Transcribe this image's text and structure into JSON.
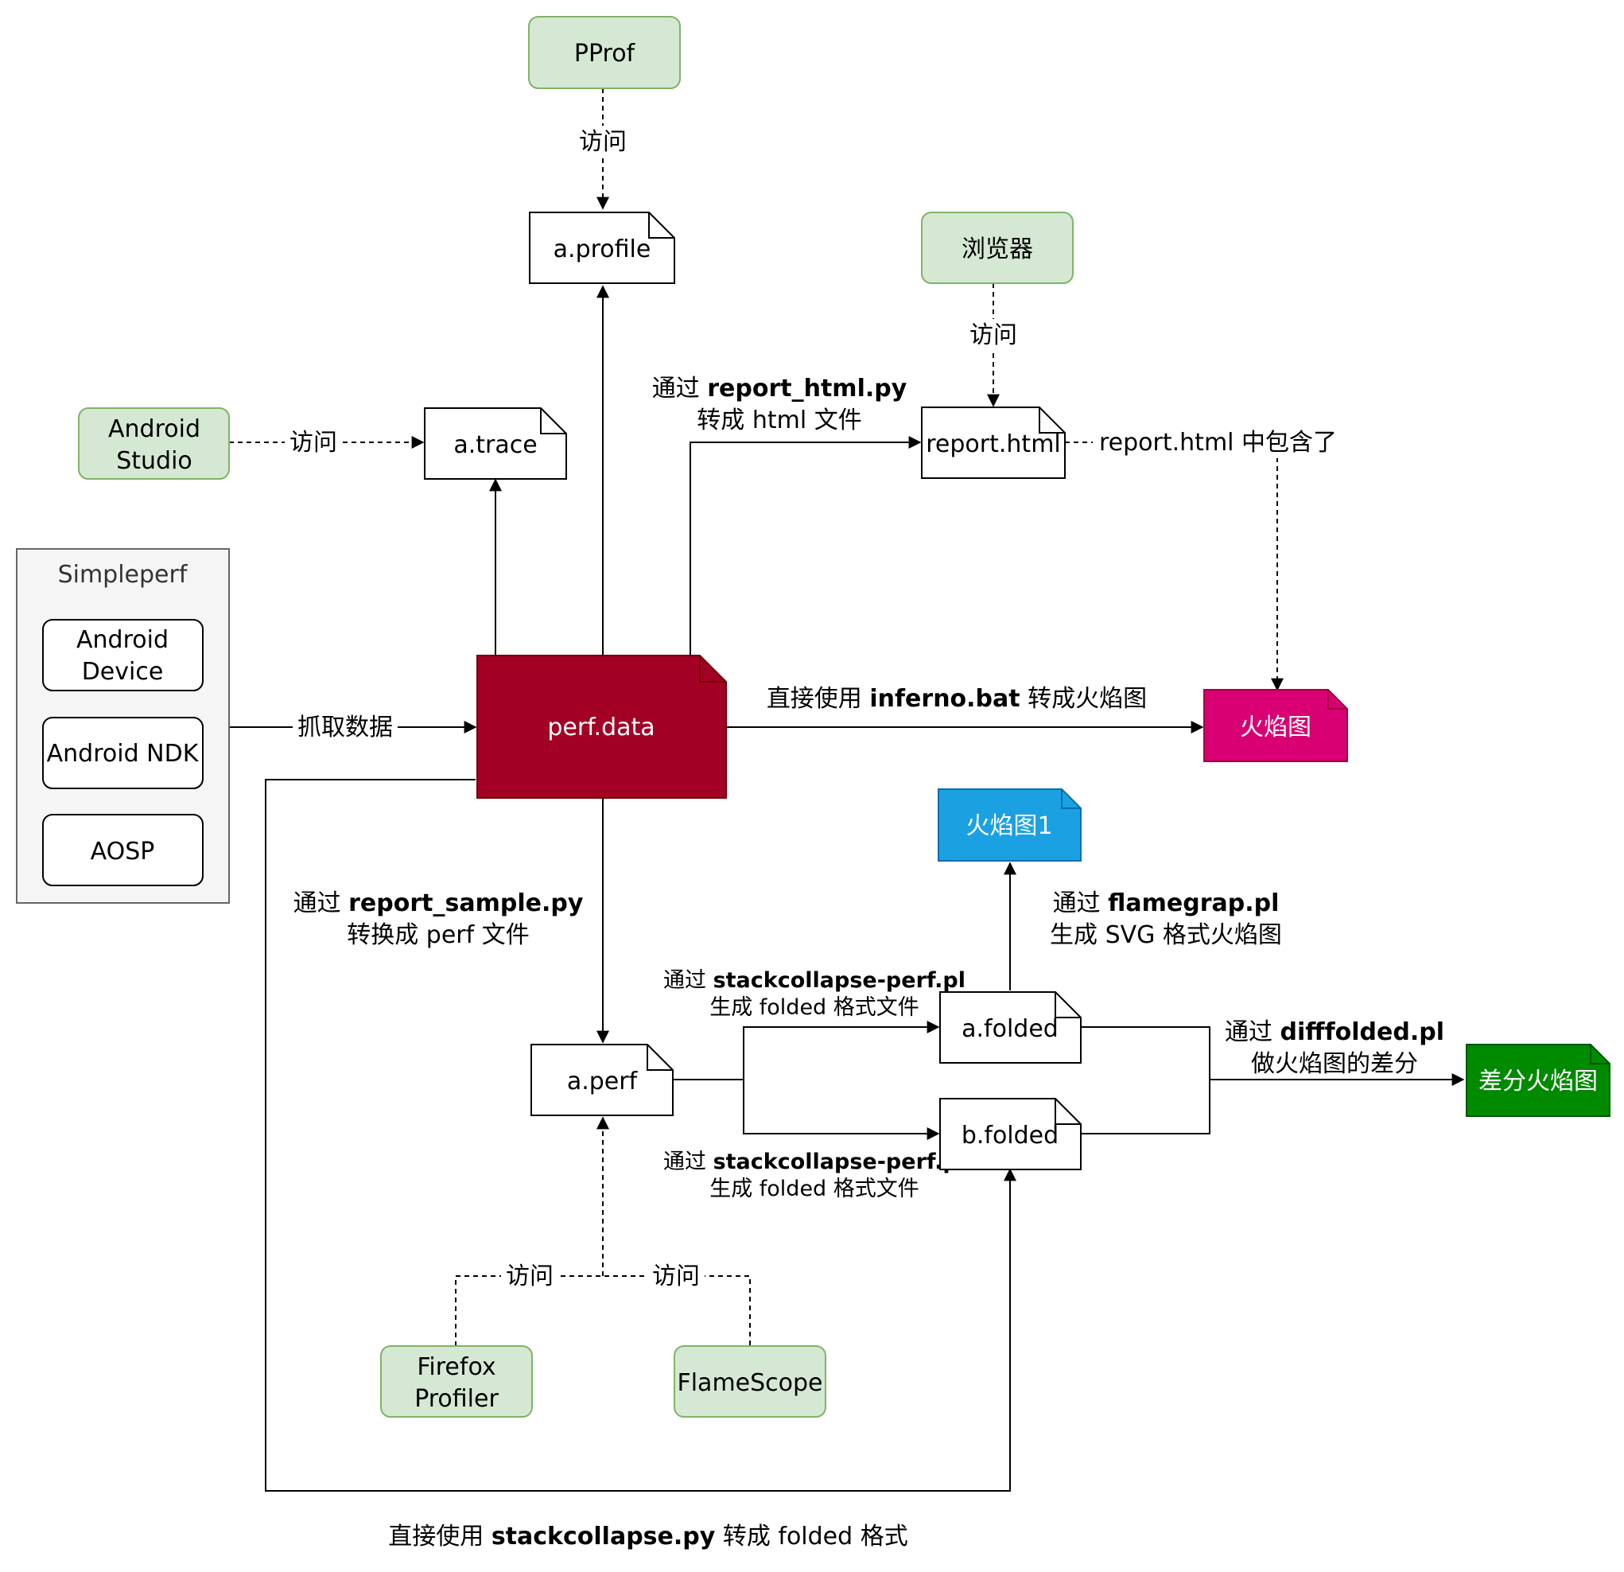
{
  "colors": {
    "tool_fill": "#d5e8d4",
    "tool_stroke": "#82b366",
    "group_fill": "#f5f5f5",
    "group_stroke": "#666666",
    "group_text": "#333333",
    "perf_data": "#a20025",
    "flamegraph": "#d80073",
    "flamegraph1": "#1ba1e2",
    "diff_flamegraph": "#008a00",
    "edge": "#000000"
  },
  "nodes": {
    "pprof": "PProf",
    "a_profile": "a.profile",
    "browser": "浏览器",
    "android_studio": [
      "Android",
      "Studio"
    ],
    "a_trace": "a.trace",
    "report_html": "report.html",
    "simpleperf_group": "Simpleperf",
    "android_device": [
      "Android",
      "Device"
    ],
    "android_ndk": "Android NDK",
    "aosp": "AOSP",
    "perf_data": "perf.data",
    "flamegraph": "火焰图",
    "flamegraph1": "火焰图1",
    "a_perf": "a.perf",
    "a_folded": "a.folded",
    "b_folded": "b.folded",
    "diff_flamegraph": "差分火焰图",
    "firefox_profiler": [
      "Firefox",
      "Profiler"
    ],
    "flamescope": "FlameScope"
  },
  "edge_labels": {
    "visit": "访问",
    "capture_data": "抓取数据",
    "via": "通过",
    "report_html_py": "report_html.py",
    "to_html_file": "转成 html 文件",
    "report_html_contains": "report.html 中包含了",
    "direct_use": "直接使用",
    "inferno_bat": "inferno.bat",
    "to_flamegraph": "转成火焰图",
    "report_sample_py": "report_sample.py",
    "to_perf_file": "转换成 perf 文件",
    "flamegrap_pl": "flamegrap.pl",
    "gen_svg_flamegraph": "生成 SVG 格式火焰图",
    "stackcollapse_perf_pl": "stackcollapse-perf.pl",
    "gen_folded_file": "生成 folded 格式文件",
    "difffolded_pl": "difffolded.pl",
    "make_diff": "做火焰图的差分",
    "stackcollapse_py": "stackcollapse.py",
    "to_folded_format": "转成 folded 格式"
  }
}
